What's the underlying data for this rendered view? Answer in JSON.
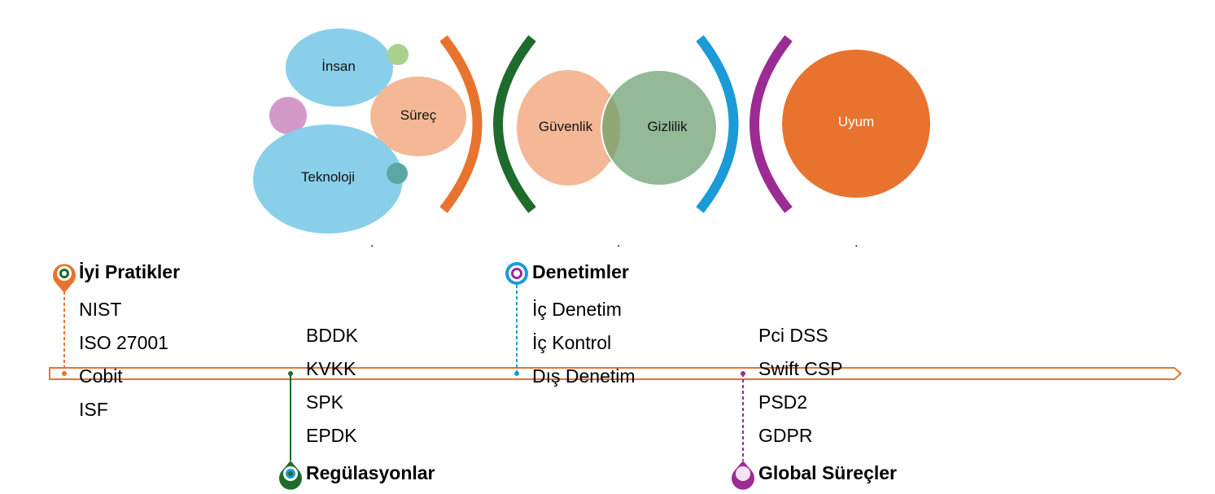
{
  "top_cluster": {
    "insan": "İnsan",
    "surec": "Süreç",
    "teknoloji": "Teknoloji"
  },
  "venn": {
    "guvenlik": "Güvenlik",
    "gizlilik": "Gizlilik"
  },
  "uyum": "Uyum",
  "separator_dots": [
    ".",
    ".",
    "."
  ],
  "groups": {
    "iyi_pratikler": {
      "title": "İyi Pratikler",
      "items": [
        "NIST",
        "ISO 27001",
        "Cobit",
        "ISF"
      ],
      "color": "#E8732F"
    },
    "regulasyonlar": {
      "title": "Regülasyonlar",
      "items": [
        "BDDK",
        "KVKK",
        "SPK",
        "EPDK"
      ],
      "color": "#1E6B2B"
    },
    "denetimler": {
      "title": "Denetimler",
      "items": [
        "İç Denetim",
        "İç Kontrol",
        "Dış Denetim"
      ],
      "color": "#1A9BD7"
    },
    "global_surecler": {
      "title": "Global Süreçler",
      "items": [
        "Pci DSS",
        "Swift CSP",
        "PSD2",
        "GDPR"
      ],
      "color": "#9B2C93"
    }
  },
  "colors": {
    "blue_light": "#89CFEA",
    "green_light": "#A9D18E",
    "pink": "#D39AC9",
    "teal": "#5AA7A6",
    "salmon": "#F4B896",
    "sage": "#8BB48F",
    "orange": "#E8732F",
    "dark_green": "#1E6B2B",
    "cyan": "#1A9BD7",
    "purple": "#9B2C93"
  }
}
